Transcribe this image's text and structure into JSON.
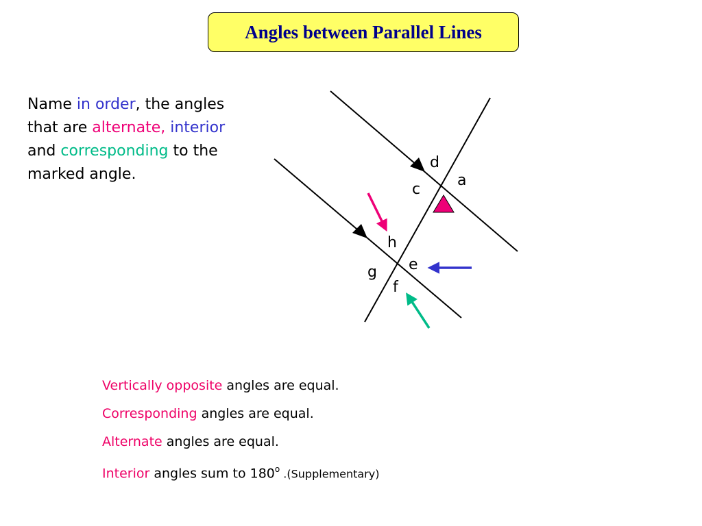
{
  "title": "Angles between Parallel Lines",
  "prompt": {
    "p1": "Name ",
    "p2": "in order",
    "p3": ", the angles that are ",
    "p4": "alternate,",
    "p5": " ",
    "p6": "interior",
    "p7": " and ",
    "p8": "corresponding",
    "p9": " to the marked angle."
  },
  "labels": {
    "a": "a",
    "c": "c",
    "d": "d",
    "e": "e",
    "f": "f",
    "g": "g",
    "h": "h"
  },
  "rules": [
    {
      "term": "Vertically opposite",
      "rest": " angles are equal."
    },
    {
      "term": "Corresponding",
      "rest": " angles are equal."
    },
    {
      "term": "Alternate",
      "rest": " angles are equal."
    },
    {
      "term": "Interior",
      "rest": " angles sum to 180",
      "sup": "o",
      "tail": " .(Supplementary)"
    }
  ],
  "colors": {
    "title_bg": "#ffff66",
    "title_text": "#00008b",
    "alternate_arrow": "#ee0077",
    "interior_arrow": "#3333cc",
    "corresponding_arrow": "#00bb88",
    "marked_angle": "#ee0077"
  }
}
